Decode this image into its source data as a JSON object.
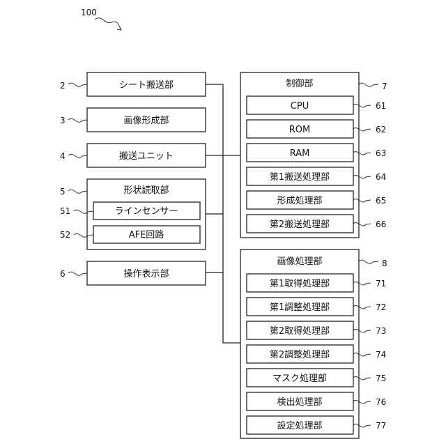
{
  "figure_number": "100",
  "left_blocks": {
    "sheet_conveyance": {
      "ref": "2",
      "label": "シート搬送部"
    },
    "image_forming": {
      "ref": "3",
      "label": "画像形成部"
    },
    "conveyance_unit": {
      "ref": "4",
      "label": "搬送ユニット"
    },
    "shape_reading": {
      "ref": "5",
      "label": "形状読取部",
      "line_sensor": {
        "ref": "51",
        "label": "ラインセンサー"
      },
      "afe_circuit": {
        "ref": "52",
        "label": "AFE回路"
      }
    },
    "operation_display": {
      "ref": "6",
      "label": "操作表示部"
    }
  },
  "control_unit": {
    "ref": "7",
    "label": "制御部",
    "items": [
      {
        "ref": "61",
        "label": "CPU"
      },
      {
        "ref": "62",
        "label": "ROM"
      },
      {
        "ref": "63",
        "label": "RAM"
      },
      {
        "ref": "64",
        "label": "第1搬送処理部"
      },
      {
        "ref": "65",
        "label": "形成処理部"
      },
      {
        "ref": "66",
        "label": "第2搬送処理部"
      }
    ]
  },
  "image_processing_unit": {
    "ref": "8",
    "label": "画像処理部",
    "items": [
      {
        "ref": "71",
        "label": "第1取得処理部"
      },
      {
        "ref": "72",
        "label": "第1調整処理部"
      },
      {
        "ref": "73",
        "label": "第2取得処理部"
      },
      {
        "ref": "74",
        "label": "第2調整処理部"
      },
      {
        "ref": "75",
        "label": "マスク処理部"
      },
      {
        "ref": "76",
        "label": "検出処理部"
      },
      {
        "ref": "77",
        "label": "設定処理部"
      }
    ]
  }
}
